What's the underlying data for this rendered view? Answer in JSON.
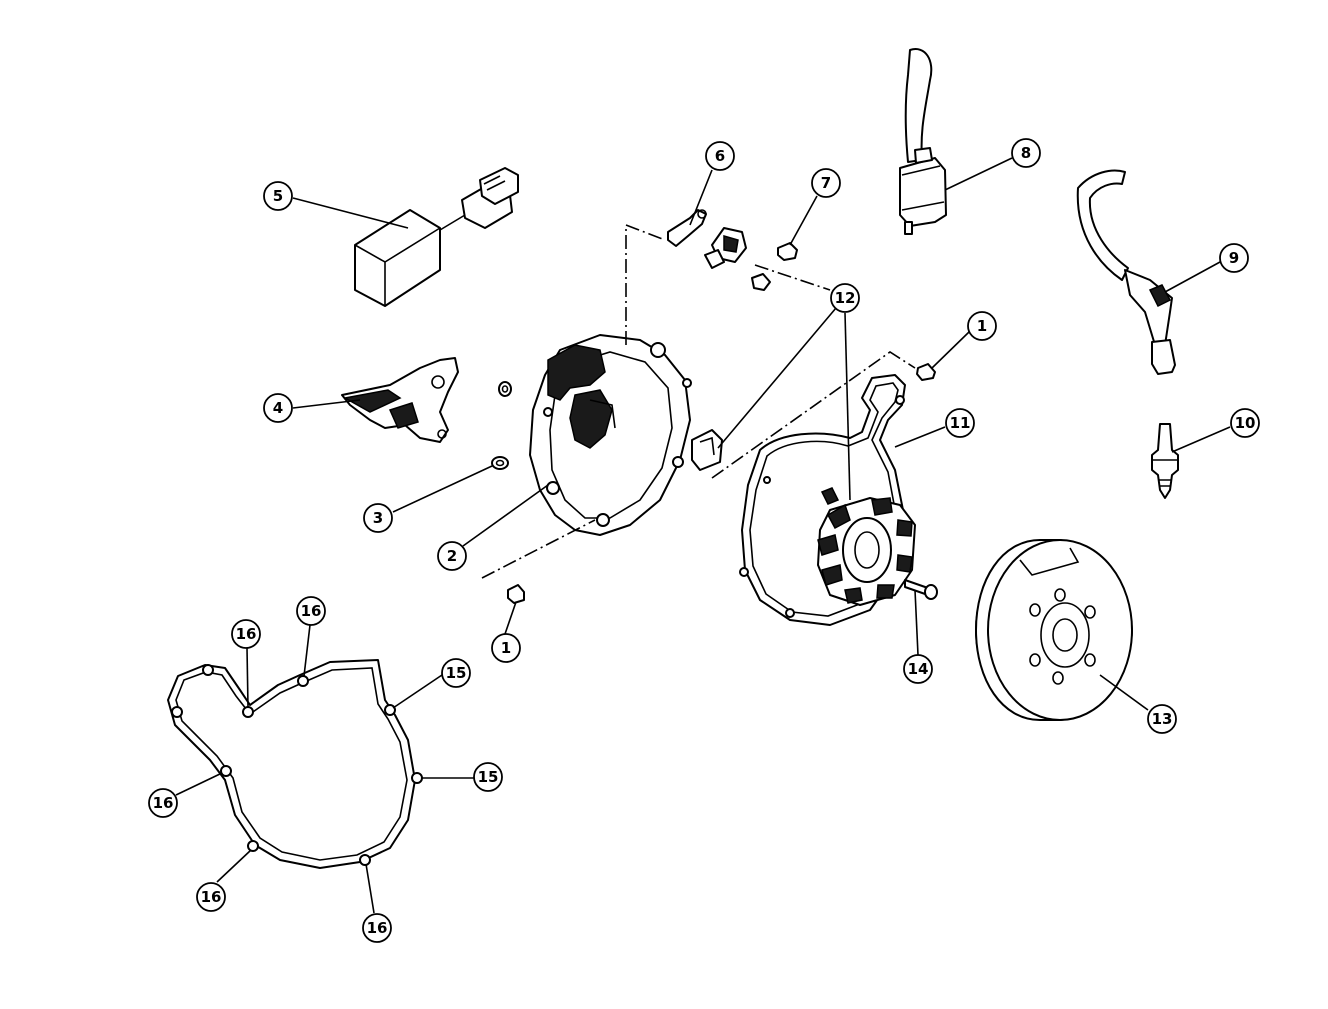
{
  "callouts": [
    {
      "id": "c1a",
      "label": "1"
    },
    {
      "id": "c1b",
      "label": "1"
    },
    {
      "id": "c2",
      "label": "2"
    },
    {
      "id": "c3",
      "label": "3"
    },
    {
      "id": "c4",
      "label": "4"
    },
    {
      "id": "c5",
      "label": "5"
    },
    {
      "id": "c6",
      "label": "6"
    },
    {
      "id": "c7",
      "label": "7"
    },
    {
      "id": "c8",
      "label": "8"
    },
    {
      "id": "c9",
      "label": "9"
    },
    {
      "id": "c10",
      "label": "10"
    },
    {
      "id": "c11",
      "label": "11"
    },
    {
      "id": "c12",
      "label": "12"
    },
    {
      "id": "c13",
      "label": "13"
    },
    {
      "id": "c14",
      "label": "14"
    },
    {
      "id": "c15a",
      "label": "15"
    },
    {
      "id": "c15b",
      "label": "15"
    },
    {
      "id": "c16a",
      "label": "16"
    },
    {
      "id": "c16b",
      "label": "16"
    },
    {
      "id": "c16c",
      "label": "16"
    },
    {
      "id": "c16d",
      "label": "16"
    },
    {
      "id": "c16e",
      "label": "16"
    }
  ]
}
